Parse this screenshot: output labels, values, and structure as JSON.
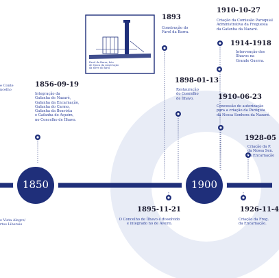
{
  "timeline": {
    "decades": [
      "1850",
      "1900"
    ],
    "events": [
      {
        "date": "1893",
        "description": "Construção do\nFarol da Barra."
      },
      {
        "date": "1910-10-27",
        "description": "Criação da Comissão Paroquial\nAdministrativa da Freguesia\nda Gafanha da Nazaré."
      },
      {
        "date": "1914-1918",
        "description": "Intervenção dos\nÍlhavos na\nGrande Guerra."
      },
      {
        "date": "1856-09-19",
        "description": "Integração da\nGafanha de Nazaré,\nGafanha da Encarnação,\nGafanha do Carmo,\nGafanha da Boavista\ne Gafanha de Aquém,\nno Concelho de Ílhavo."
      },
      {
        "date": "1898-01-13",
        "description": "Restauração\ndo Concelho\nde Ílhavo."
      },
      {
        "date": "1910-06-23",
        "description": "Concessão de autorização\npara a criação da Paróquia\nda Nossa Senhora da Nazaré."
      },
      {
        "date": "1928-05",
        "description": "Criação da P.\nda Nossa Sen.\nda Encarnação"
      },
      {
        "date": "1895-11-21",
        "description": "O Concelho de Ílhavo é dissolvido\ne integrado no de Aveiro."
      },
      {
        "date": "1926-11-4",
        "description": "Criação da Freg.\nda Encarnação."
      }
    ],
    "edge_fragments": {
      "top_left": "e Conte\nncelho",
      "bottom_left": "e Vista Alegre/\nrtos Liberais"
    },
    "photo_caption": "Farol da Barra, foto\nde época da construção\nda torre do farol"
  },
  "colors": {
    "primary": "#1f2f7a",
    "accent_light": "#e8ecf6",
    "text_dark": "#1a1a2e"
  }
}
